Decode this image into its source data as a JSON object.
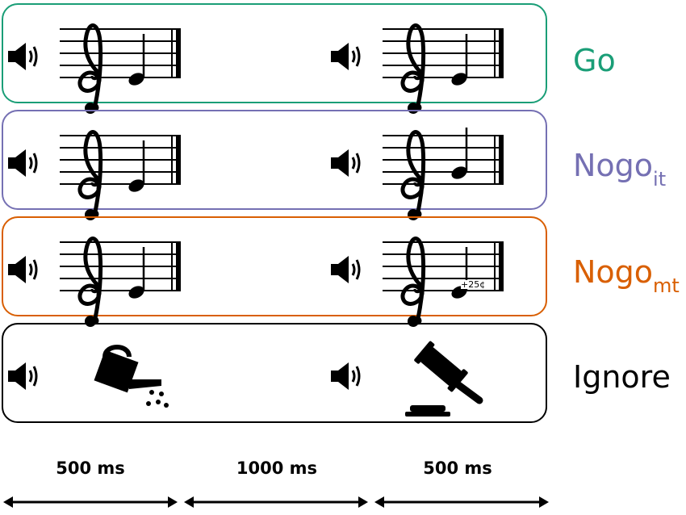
{
  "colors": {
    "go": "#1a9e77",
    "nogo_it": "#7570b3",
    "nogo_mt": "#d95f02",
    "ignore": "#000000"
  },
  "rows": [
    {
      "label": "Go",
      "sub": "",
      "first_stimulus": "note-e-icon",
      "second_stimulus": "note-e-icon"
    },
    {
      "label": "Nogo",
      "sub": "it",
      "first_stimulus": "note-e-icon",
      "second_stimulus": "note-g-icon"
    },
    {
      "label": "Nogo",
      "sub": "mt",
      "first_stimulus": "note-e-icon",
      "second_stimulus": "note-e-icon",
      "annotation": "+25¢"
    },
    {
      "label": "Ignore",
      "sub": "",
      "first_stimulus": "watering-can-icon",
      "second_stimulus": "gavel-icon"
    }
  ],
  "timeline": [
    {
      "label": "500 ms"
    },
    {
      "label": "1000 ms"
    },
    {
      "label": "500 ms"
    }
  ]
}
